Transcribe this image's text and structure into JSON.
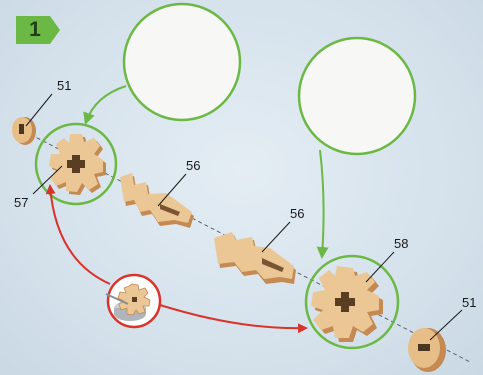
{
  "step": {
    "number": "1",
    "badge_color": "#6cb844"
  },
  "labels": {
    "spacer_top_left": "51",
    "gear_left": "57",
    "shaft_upper": "56",
    "shaft_lower": "56",
    "gear_right": "58",
    "spacer_bottom_right": "51"
  },
  "colors": {
    "wood_light": "#f2d3ab",
    "wood_mid": "#e2b37d",
    "wood_edge": "#c48a52",
    "callout_green": "#6cb844",
    "arrow_red": "#d9342b",
    "axis_dash": "#5a6470"
  }
}
